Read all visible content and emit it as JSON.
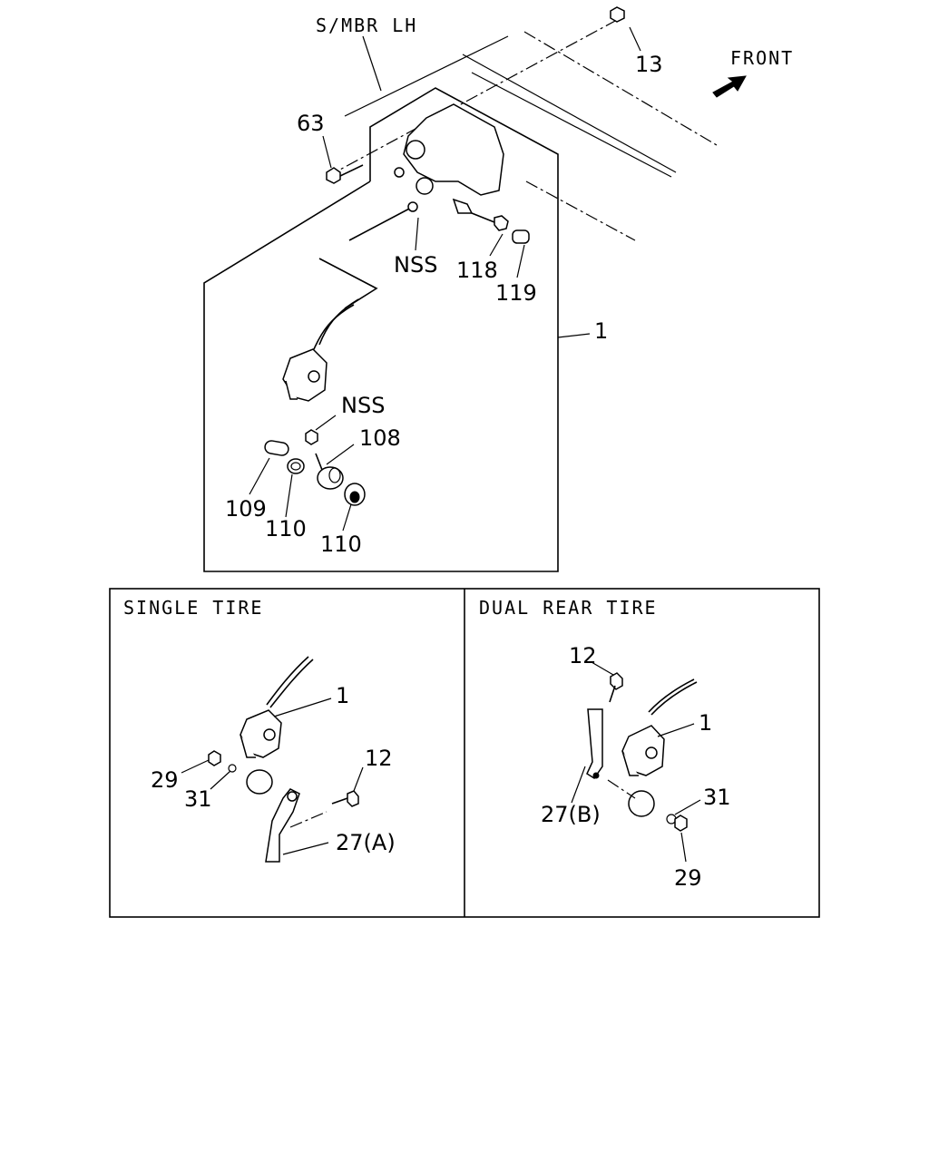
{
  "labels": {
    "side_member": "S/MBR LH",
    "front": "FRONT",
    "p13": "13",
    "p63": "63",
    "nss_upper": "NSS",
    "p118": "118",
    "p119": "119",
    "p1_main": "1",
    "nss_lower": "NSS",
    "p108": "108",
    "p109": "109",
    "p110_a": "110",
    "p110_b": "110"
  },
  "single_tire": {
    "title": "SINGLE TIRE",
    "p1": "1",
    "p12": "12",
    "p29": "29",
    "p31": "31",
    "p27": "27(A)"
  },
  "dual_rear_tire": {
    "title": "DUAL REAR TIRE",
    "p12": "12",
    "p1": "1",
    "p31": "31",
    "p27": "27(B)",
    "p29": "29"
  },
  "icons": {
    "front_arrow": "front-arrow-icon"
  }
}
